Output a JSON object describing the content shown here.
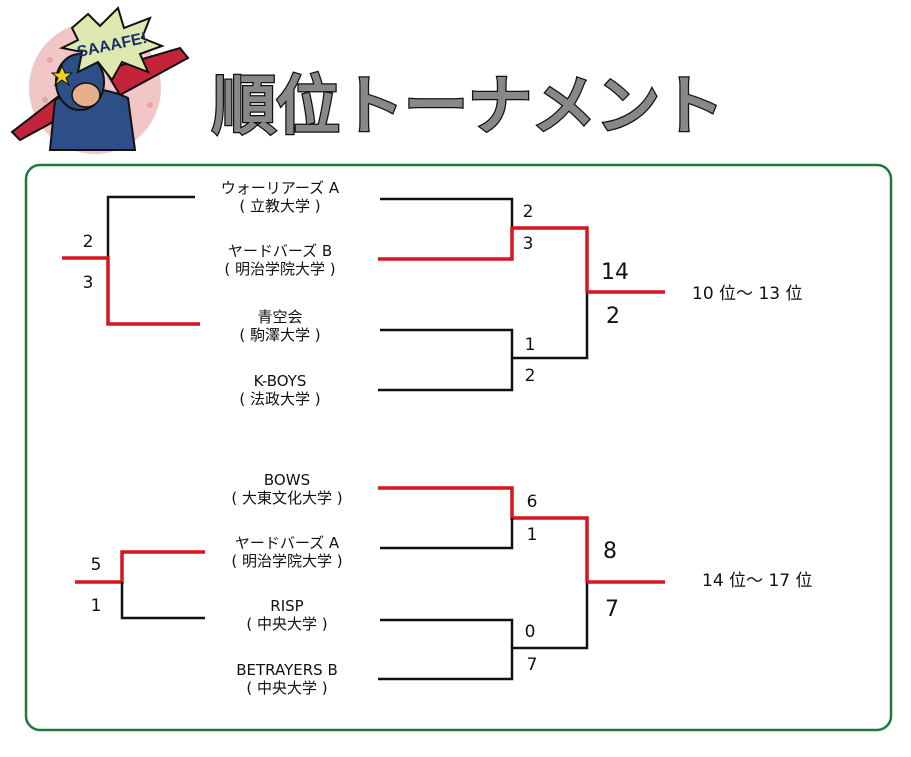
{
  "header": {
    "title": "順位トーナメント",
    "mascot_text": "SAAAFE!"
  },
  "colors": {
    "winner_line": "#d9141d",
    "loser_line": "#111111",
    "frame": "#1d7a3a",
    "title_fill": "#888888"
  },
  "groups": [
    {
      "rank_label": "10 位～ 13 位",
      "teams": [
        {
          "name": "ウォーリアーズ A",
          "school": "( 立教大学 )"
        },
        {
          "name": "ヤードバーズ B",
          "school": "( 明治学院大学 )"
        },
        {
          "name": "青空会",
          "school": "( 駒澤大学 )"
        },
        {
          "name": "K-BOYS",
          "school": "( 法政大学 )"
        }
      ],
      "left_match": {
        "score_top": "2",
        "score_bottom": "3"
      },
      "semi_top": {
        "score_a": "2",
        "score_b": "3"
      },
      "semi_bottom": {
        "score_a": "1",
        "score_b": "2"
      },
      "final": {
        "score_top": "14",
        "score_bottom": "2"
      }
    },
    {
      "rank_label": "14 位～ 17 位",
      "teams": [
        {
          "name": "BOWS",
          "school": "( 大東文化大学 )"
        },
        {
          "name": "ヤードバーズ A",
          "school": "( 明治学院大学 )"
        },
        {
          "name": "RISP",
          "school": "( 中央大学 )"
        },
        {
          "name": "BETRAYERS B",
          "school": "( 中央大学 )"
        }
      ],
      "left_match": {
        "score_top": "5",
        "score_bottom": "1"
      },
      "semi_top": {
        "score_a": "6",
        "score_b": "1"
      },
      "semi_bottom": {
        "score_a": "0",
        "score_b": "7"
      },
      "final": {
        "score_top": "8",
        "score_bottom": "7"
      }
    }
  ]
}
